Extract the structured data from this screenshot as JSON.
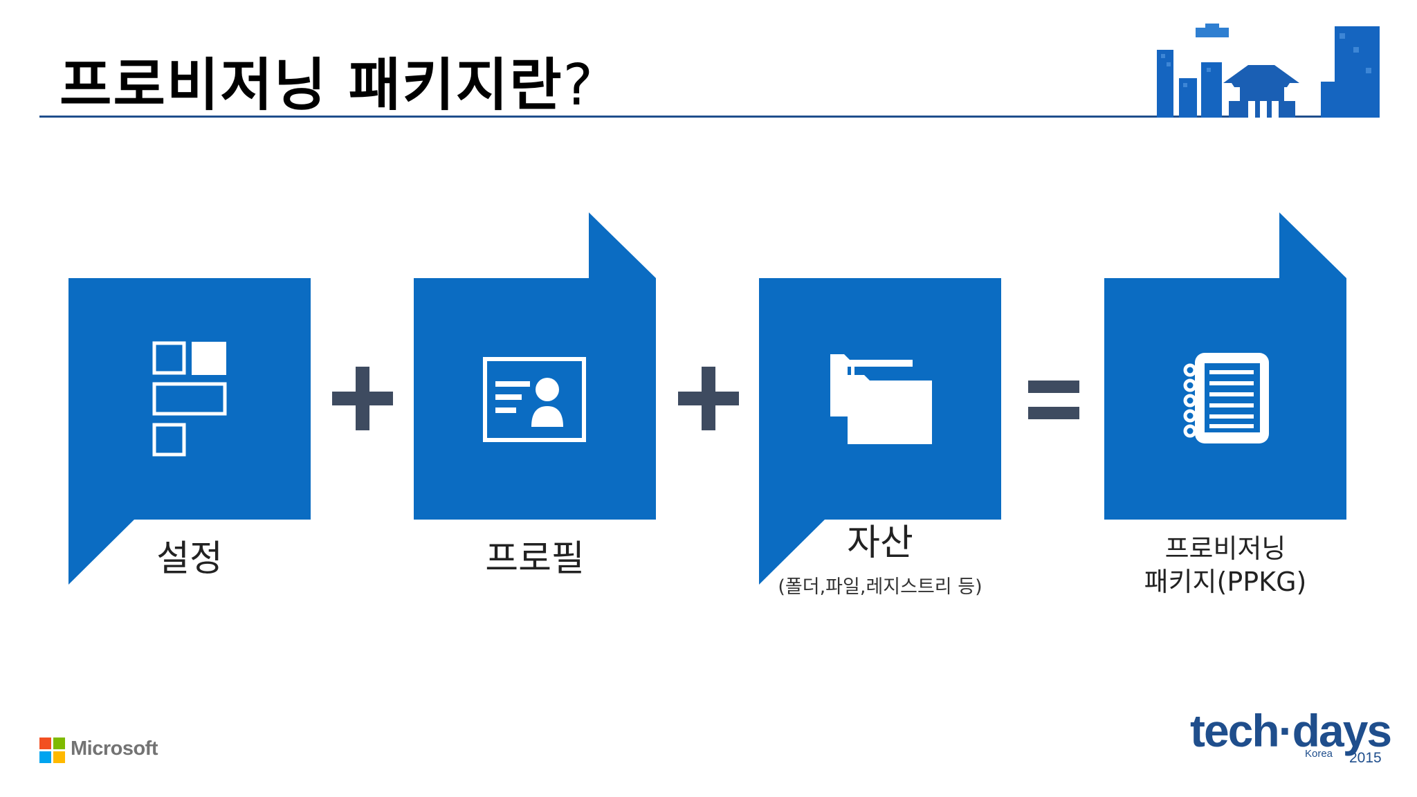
{
  "slide": {
    "title": "프로비저닝 패키지란",
    "title_mark": "?"
  },
  "items": [
    {
      "label": "설정",
      "icon": "settings-layout-icon"
    },
    {
      "label": "프로필",
      "icon": "profile-card-icon"
    },
    {
      "label": "자산",
      "sublabel": "(폴더,파일,레지스트리 등)",
      "icon": "folders-icon"
    },
    {
      "label_line1": "프로비저닝",
      "label_line2": "패키지(PPKG)",
      "icon": "notebook-icon"
    }
  ],
  "operators": [
    "+",
    "+",
    "="
  ],
  "footer": {
    "brand": "Microsoft",
    "event_name": "tech·days",
    "event_region": "Korea",
    "event_year": "2015"
  },
  "colors": {
    "accent_blue": "#0B6CC2",
    "operator_gray": "#3E4B60",
    "rule_navy": "#1F4E8C"
  }
}
